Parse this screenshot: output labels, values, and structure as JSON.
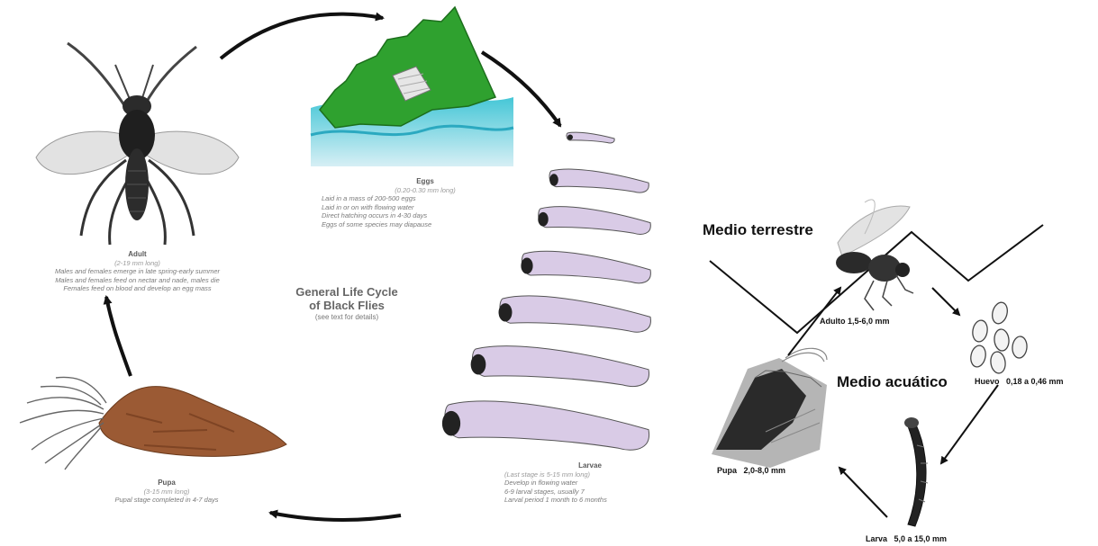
{
  "left_diagram": {
    "title_lines": [
      "General Life Cycle",
      "of Black Flies"
    ],
    "subtitle": "(see text for details)",
    "adult": {
      "heading": "Adult",
      "size": "(2-19 mm long)",
      "lines": [
        "Males and females emerge in late spring-early summer",
        "Males and females feed on nectar and nade, males die",
        "Females feed on blood and develop an egg mass"
      ]
    },
    "eggs": {
      "heading": "Eggs",
      "size": "(0.20-0.30 mm long)",
      "lines": [
        "Laid in a mass of 200-500 eggs",
        "Laid in or on with flowing water",
        "Direct hatching occurs in 4-30 days",
        "Eggs of some species may diapause"
      ]
    },
    "larvae": {
      "heading": "Larvae",
      "size": "(Last stage is 5-15 mm long)",
      "lines": [
        "Develop in flowing water",
        "6-9 larval stages, usually 7",
        "Larval period 1 month to 6 months"
      ]
    },
    "pupa": {
      "heading": "Pupa",
      "size": "(3-15 mm long)",
      "lines": [
        "Pupal stage completed in 4-7 days"
      ]
    }
  },
  "right_diagram": {
    "terrestrial_label": "Medio terrestre",
    "aquatic_label": "Medio acuático",
    "adult_label": "Adulto 1,5-6,0 mm",
    "egg_label": "Huevo   0,18 a 0,46 mm",
    "larva_label": "Larva   5,0 a 15,0 mm",
    "pupa_label": "Pupa   2,0-8,0 mm"
  }
}
